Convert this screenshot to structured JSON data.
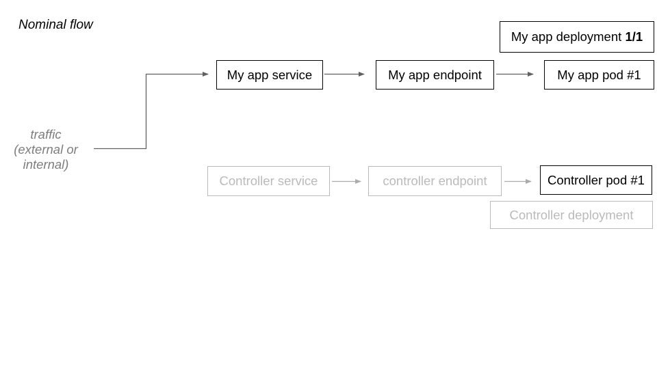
{
  "title": "Nominal flow",
  "traffic_label": "traffic\n(external or\ninternal)",
  "nominal_flow": {
    "service": "My app service",
    "endpoint": "My app endpoint",
    "pod": "My app pod #1",
    "deployment_label": "My app deployment",
    "deployment_replicas": "1/1"
  },
  "controller_flow": {
    "service": "Controller service",
    "endpoint": "controller endpoint",
    "pod": "Controller pod #1",
    "deployment": "Controller deployment"
  },
  "colors": {
    "active_box_border": "#000000",
    "active_box_text": "#000000",
    "inactive_box_border": "#bababa",
    "inactive_box_text": "#bababa",
    "active_arrow": "#616161",
    "inactive_arrow": "#ababab",
    "traffic_text": "#7d7d7d",
    "title_text": "#000000",
    "background": "#ffffff"
  }
}
